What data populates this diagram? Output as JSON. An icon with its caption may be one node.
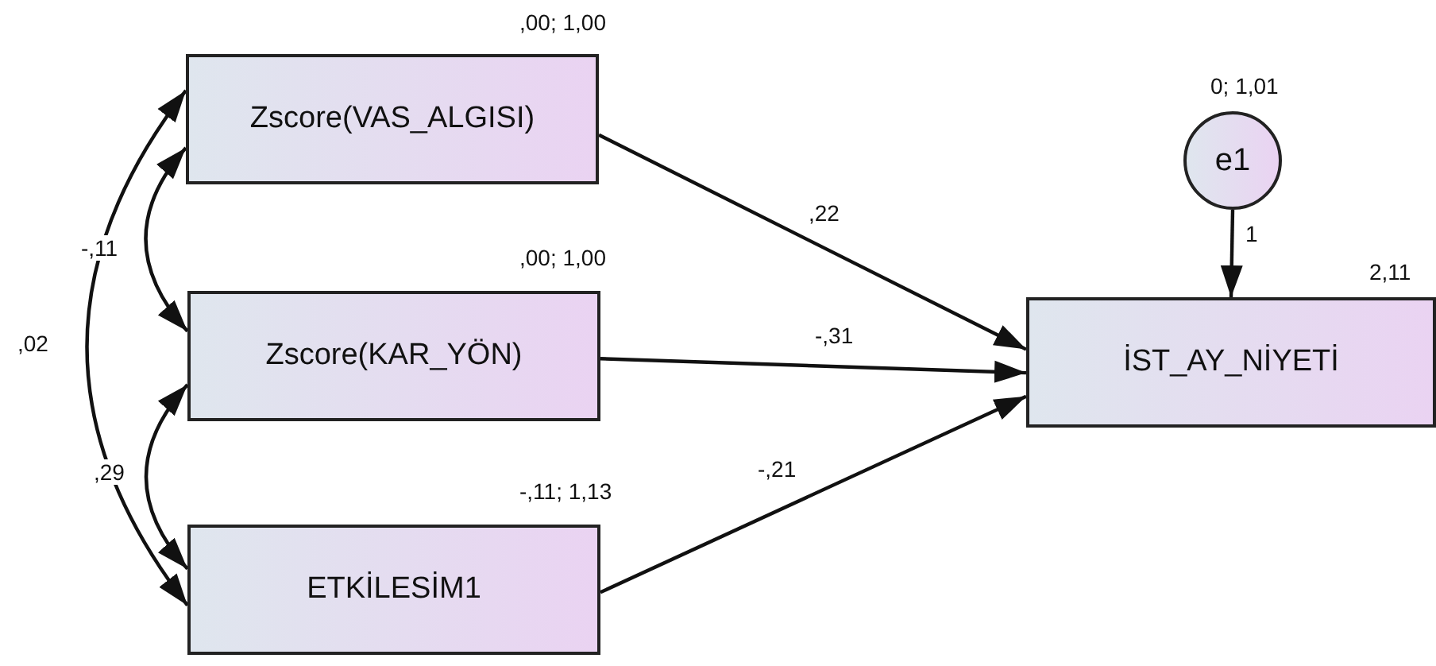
{
  "diagram": {
    "nodes": [
      {
        "text": [
          "Zscore(VAS_ALGISI)"
        ],
        "beside": [
          ",00; 1,00"
        ]
      },
      {
        "text": [
          "Zscore(KAR_YÖN)"
        ],
        "beside": [
          ",00; 1,00"
        ]
      },
      {
        "text": [
          "ETKİLESİM1"
        ],
        "beside": [
          "-,11; 1,13"
        ]
      },
      {
        "text": [
          "İST_AY_NİYETİ"
        ],
        "beside": [
          "2,11"
        ]
      },
      {
        "text": [
          "e1"
        ],
        "beside": [
          "0; 1,01"
        ]
      }
    ],
    "edges": [
      {
        "from": 0,
        "to": 3,
        "arrow": "to",
        "label": ",22"
      },
      {
        "from": 1,
        "to": 3,
        "arrow": "to",
        "label": "-,31"
      },
      {
        "from": 2,
        "to": 3,
        "arrow": "to",
        "label": "-,21"
      },
      {
        "from": 4,
        "to": 3,
        "arrow": "to",
        "label": "1"
      },
      {
        "from": 0,
        "to": 1,
        "arrow": "both",
        "label": "-,11"
      },
      {
        "from": 1,
        "to": 2,
        "arrow": "both",
        "label": ",29"
      },
      {
        "from": 0,
        "to": 2,
        "arrow": "both",
        "label": ",02"
      }
    ]
  }
}
